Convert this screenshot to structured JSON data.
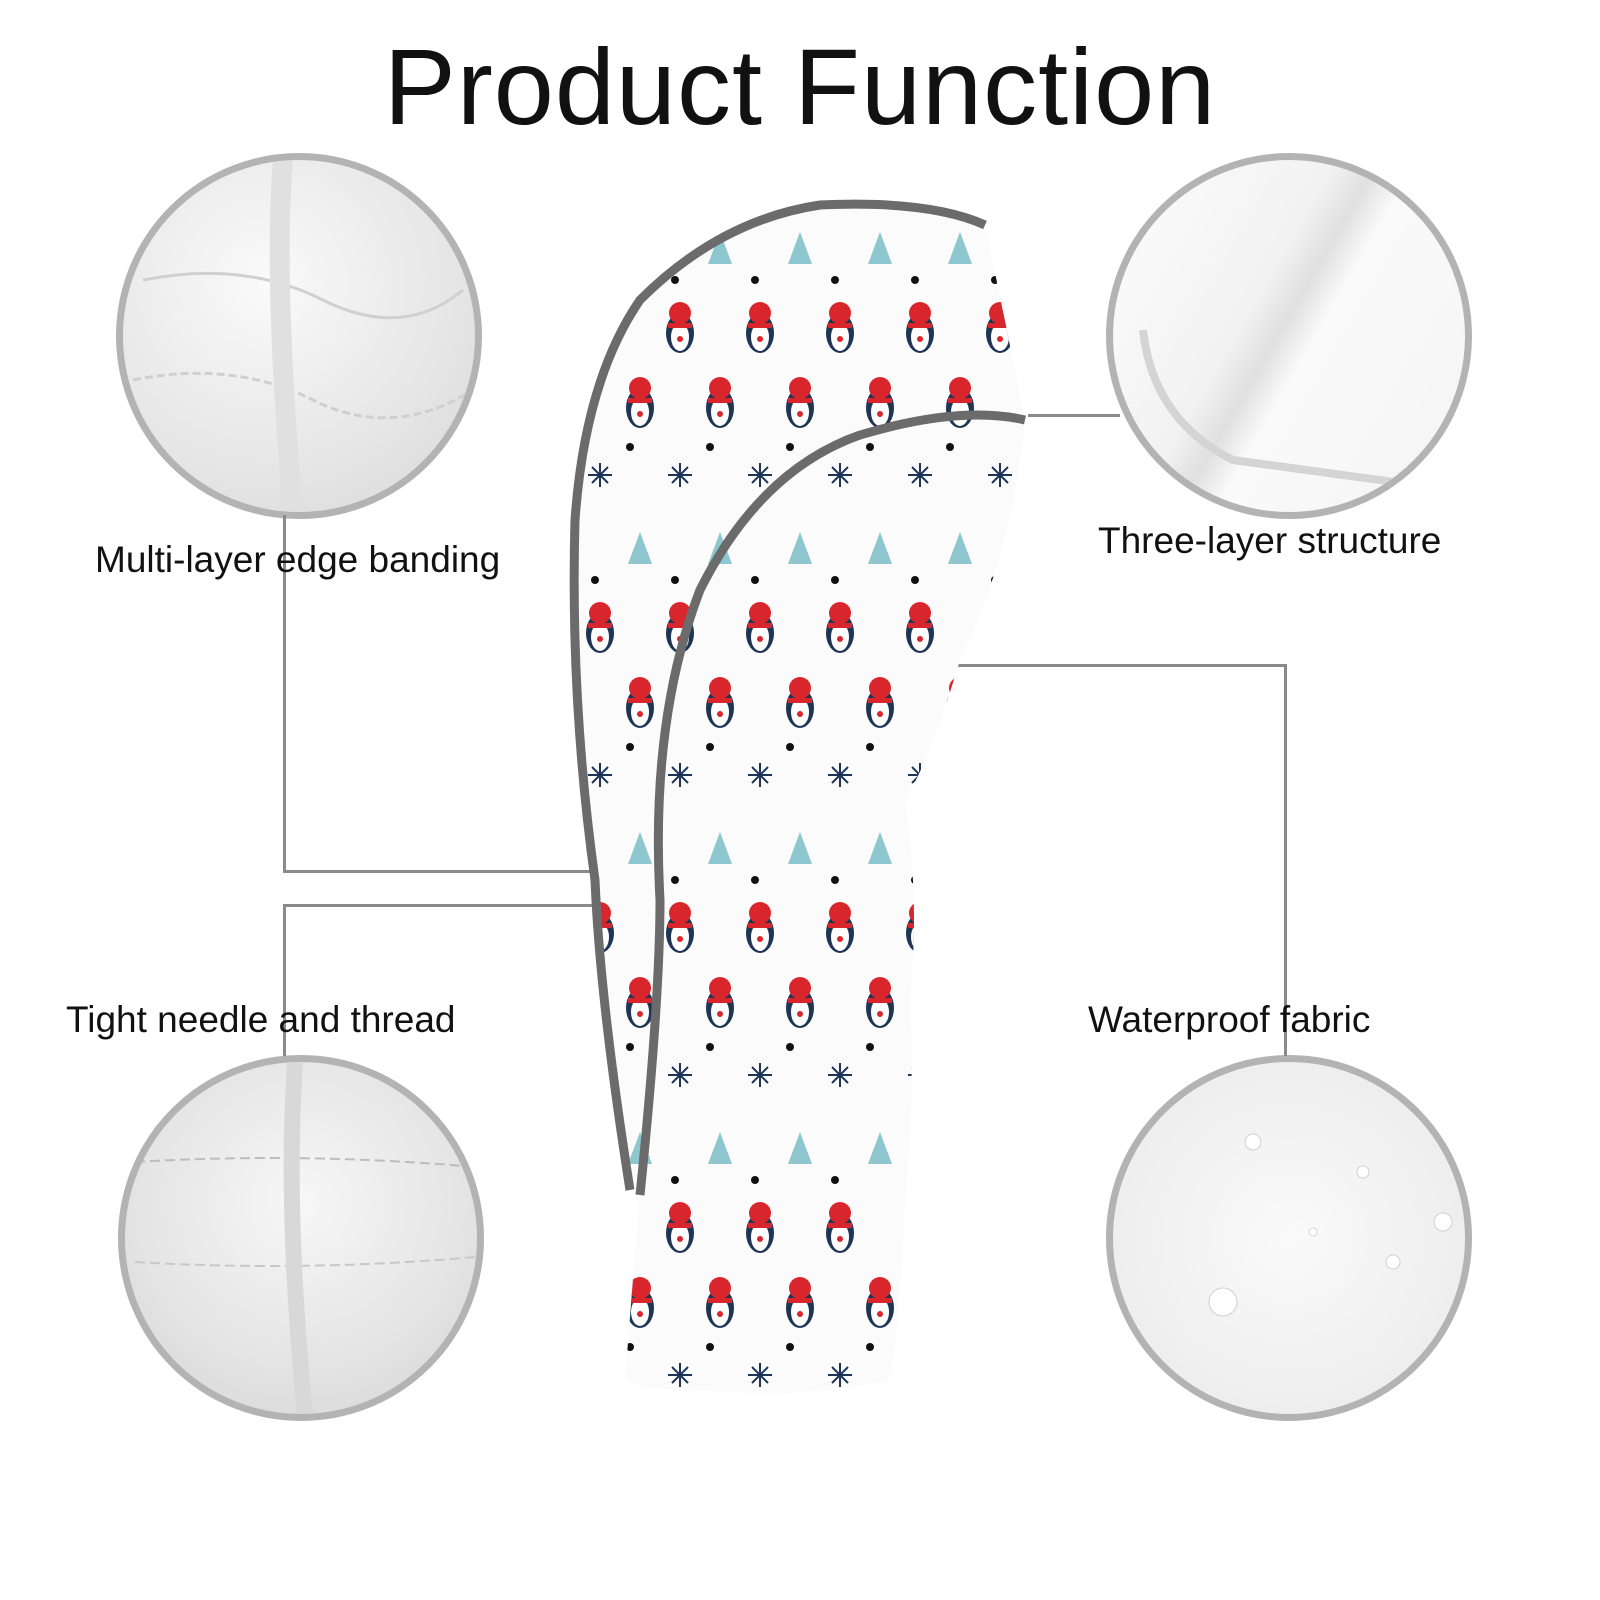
{
  "title": "Product Function",
  "features": [
    {
      "label": "Multi-layer edge banding"
    },
    {
      "label": "Three-layer structure"
    },
    {
      "label": "Tight needle and thread"
    },
    {
      "label": "Waterproof fabric"
    }
  ],
  "colors": {
    "border": "#b3b3b3",
    "trim": "#6b6b6b",
    "penguin_red": "#d9262c",
    "navy": "#1f3555",
    "teal": "#8fc7d0"
  }
}
